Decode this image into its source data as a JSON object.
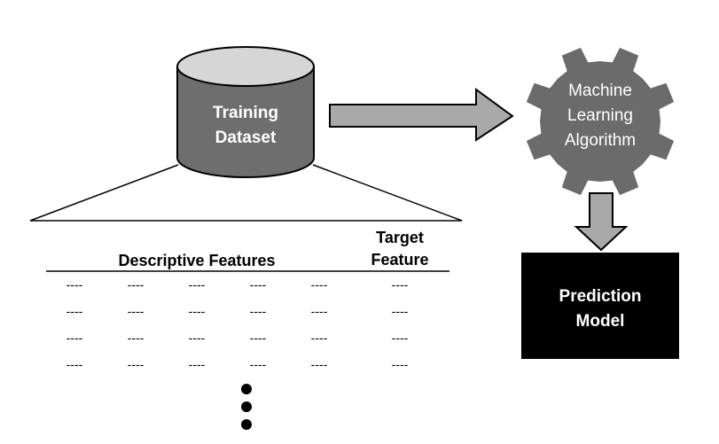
{
  "colors": {
    "cylinder_body": "#6e6e6e",
    "cylinder_top": "#d6d6d6",
    "arrow_fill": "#a9a9a9",
    "gear_fill": "#6b6b6b",
    "model_fill": "#000000",
    "line": "#000000",
    "light_text": "#ffffff"
  },
  "dataset": {
    "label_line1": "Training",
    "label_line2": "Dataset"
  },
  "algorithm": {
    "label_line1": "Machine",
    "label_line2": "Learning",
    "label_line3": "Algorithm",
    "icon": "gear-icon"
  },
  "model": {
    "label_line1": "Prediction",
    "label_line2": "Model"
  },
  "table": {
    "descriptive_header": "Descriptive Features",
    "target_header_line1": "Target",
    "target_header_line2": "Feature",
    "rows": [
      {
        "descriptive": [
          "----",
          "----",
          "----",
          "----",
          "----"
        ],
        "target": "----"
      },
      {
        "descriptive": [
          "----",
          "----",
          "----",
          "----",
          "----"
        ],
        "target": "----"
      },
      {
        "descriptive": [
          "----",
          "----",
          "----",
          "----",
          "----"
        ],
        "target": "----"
      },
      {
        "descriptive": [
          "----",
          "----",
          "----",
          "----",
          "----"
        ],
        "target": "----"
      }
    ]
  }
}
